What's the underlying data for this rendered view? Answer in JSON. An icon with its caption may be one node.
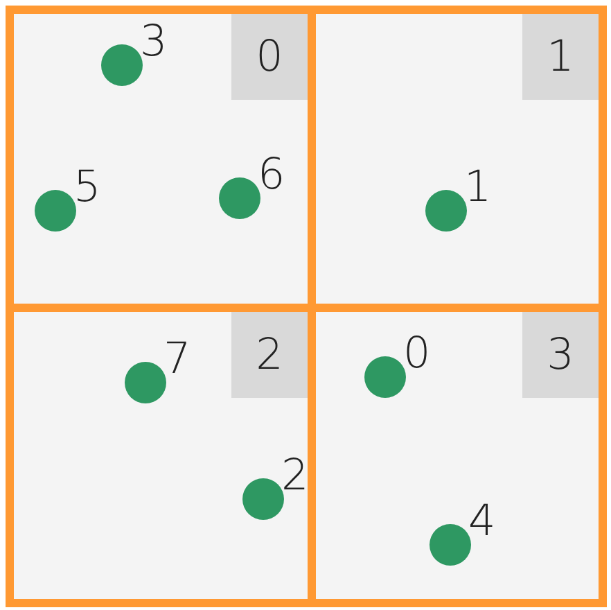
{
  "diagram": {
    "nodes": [
      {
        "text": [
          "0"
        ]
      },
      {
        "text": [],
        "shape": "circle",
        "in": 0,
        "beside": [
          "3"
        ]
      },
      {
        "text": [],
        "shape": "circle",
        "in": 0,
        "beside": [
          "6"
        ]
      },
      {
        "text": [],
        "shape": "circle",
        "in": 0,
        "beside": [
          "5"
        ]
      },
      {
        "text": [
          "1"
        ]
      },
      {
        "text": [],
        "shape": "circle",
        "in": 4,
        "beside": [
          "1"
        ]
      },
      {
        "text": [
          "2"
        ]
      },
      {
        "text": [],
        "shape": "circle",
        "in": 6,
        "beside": [
          "7"
        ]
      },
      {
        "text": [],
        "shape": "circle",
        "in": 6,
        "beside": [
          "2"
        ]
      },
      {
        "text": [
          "3"
        ]
      },
      {
        "text": [],
        "shape": "circle",
        "in": 9,
        "beside": [
          "0"
        ]
      },
      {
        "text": [],
        "shape": "circle",
        "in": 9,
        "beside": [
          "4"
        ]
      }
    ]
  }
}
